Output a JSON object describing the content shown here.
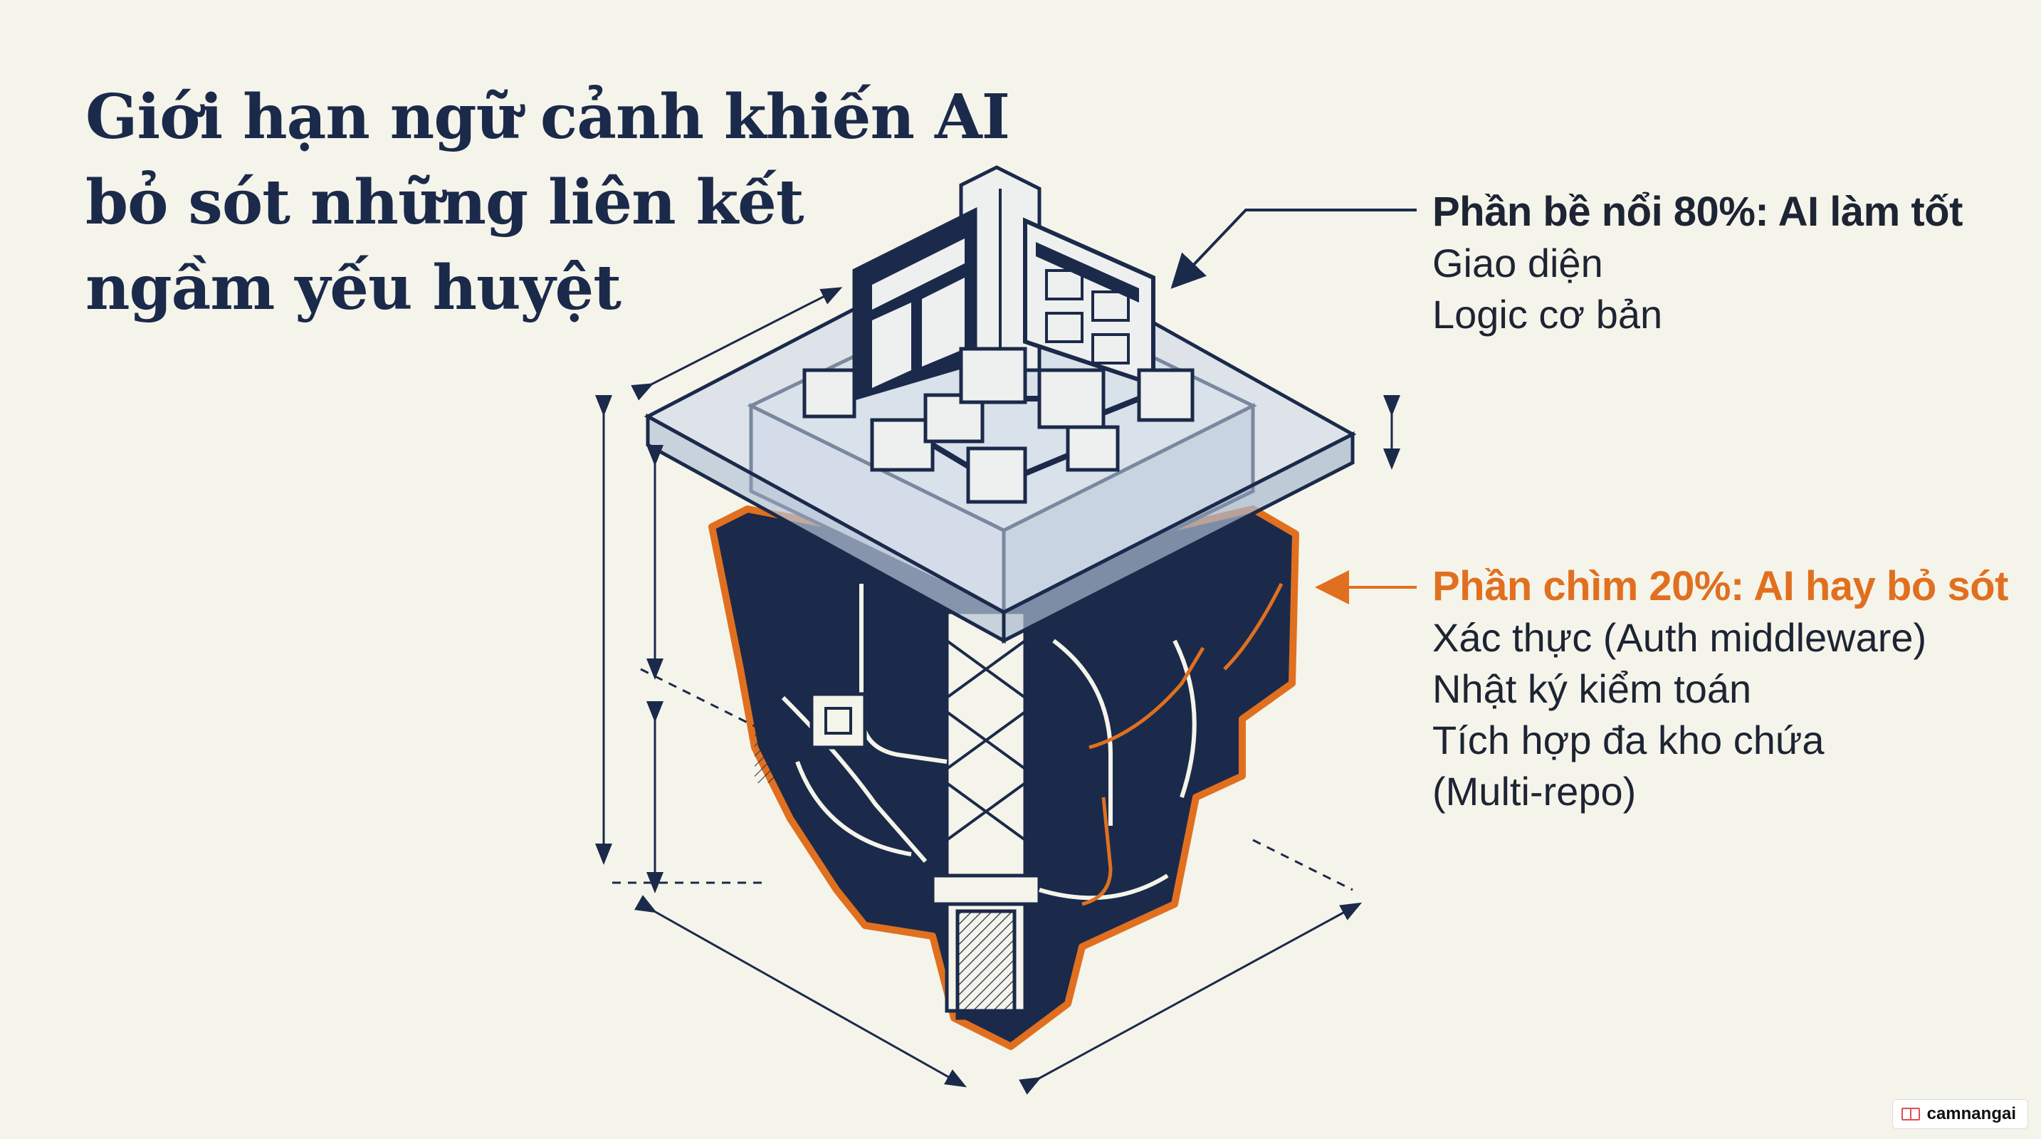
{
  "title_lines": [
    "Giới hạn ngữ cảnh khiến AI",
    "bỏ sót những liên kết",
    "ngầm yếu huyệt"
  ],
  "callout_top": {
    "heading": "Phần bề nổi 80%: AI làm tốt",
    "items": [
      "Giao diện",
      "Logic cơ bản"
    ]
  },
  "callout_bottom": {
    "heading": "Phần chìm 20%: AI hay bỏ sót",
    "items": [
      "Xác thực (Auth middleware)",
      "Nhật ký kiểm toán",
      "Tích hợp đa kho chứa",
      "(Multi-repo)"
    ]
  },
  "watermark": {
    "text": "camnangai"
  },
  "colors": {
    "background": "#f5f4ea",
    "navy": "#1b2a4a",
    "accent_orange": "#e0701f",
    "glass": "#c9d6e6"
  }
}
